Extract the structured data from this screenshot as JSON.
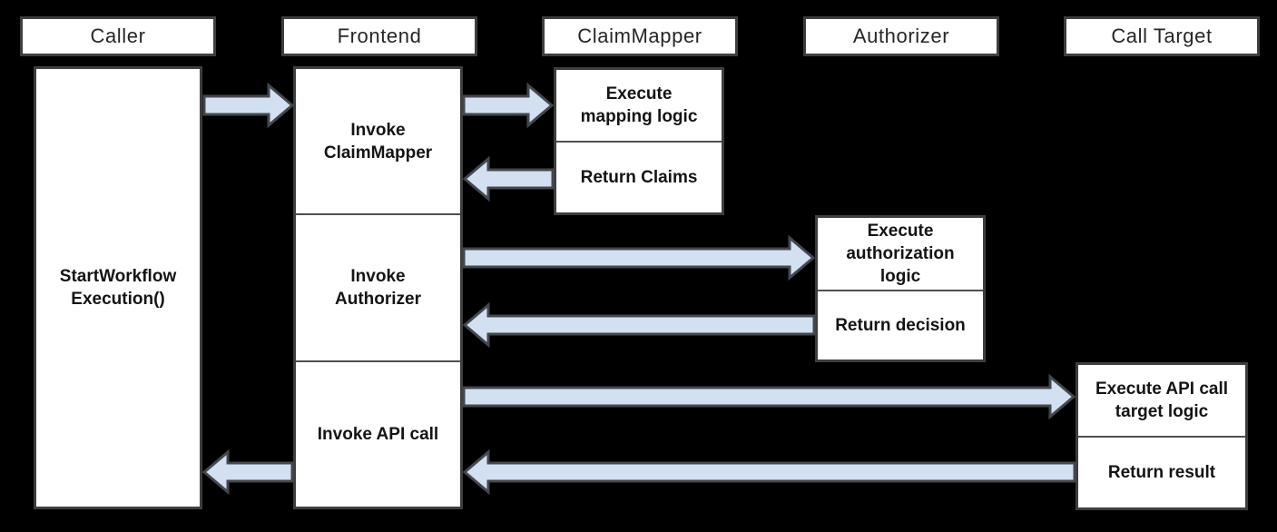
{
  "palette": {
    "background": "#000000",
    "box_fill": "#ffffff",
    "box_border": "#3e3e3e",
    "arrow_fill": "#d2e0f2",
    "arrow_stroke": "#44474c",
    "header_text": "#262626",
    "label_text": "#141414"
  },
  "lanes": [
    {
      "header": "Caller",
      "boxes": [
        {
          "label": "StartWorkflow\nExecution()"
        }
      ]
    },
    {
      "header": "Frontend",
      "boxes": [
        {
          "label": "Invoke\nClaimMapper"
        },
        {
          "label": "Invoke\nAuthorizer"
        },
        {
          "label": "Invoke API call"
        }
      ]
    },
    {
      "header": "ClaimMapper",
      "boxes": [
        {
          "label": "Execute\nmapping logic"
        },
        {
          "label": "Return Claims"
        }
      ]
    },
    {
      "header": "Authorizer",
      "boxes": [
        {
          "label": "Execute\nauthorization\nlogic"
        },
        {
          "label": "Return decision"
        }
      ]
    },
    {
      "header": "Call Target",
      "boxes": [
        {
          "label": "Execute API call\ntarget logic"
        },
        {
          "label": "Return result"
        }
      ]
    }
  ],
  "arrows": [
    {
      "from": "Caller",
      "to": "Frontend",
      "direction": "right"
    },
    {
      "from": "Frontend",
      "to": "ClaimMapper",
      "direction": "right"
    },
    {
      "from": "ClaimMapper",
      "to": "Frontend",
      "direction": "left"
    },
    {
      "from": "Frontend",
      "to": "Authorizer",
      "direction": "right"
    },
    {
      "from": "Authorizer",
      "to": "Frontend",
      "direction": "left"
    },
    {
      "from": "Frontend",
      "to": "Call Target",
      "direction": "right"
    },
    {
      "from": "Call Target",
      "to": "Frontend",
      "direction": "left"
    },
    {
      "from": "Frontend",
      "to": "Caller",
      "direction": "left"
    }
  ]
}
